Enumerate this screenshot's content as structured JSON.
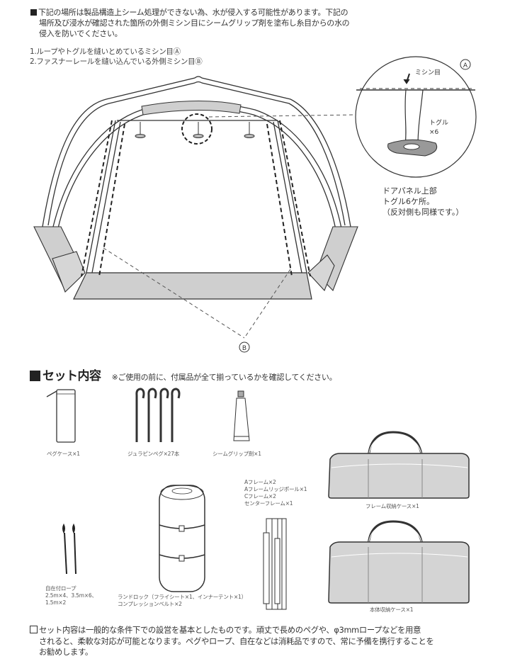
{
  "seam_notice": {
    "lines": [
      "下記の場所は製品構造上シーム処理ができない為、水が侵入する可能性があります。下記の",
      "場所及び浸水が確認された箇所の外側ミシン目にシームグリップ剤を塗布し糸目からの水の",
      "侵入を防いでください。"
    ],
    "points": [
      "1.ループやトグルを縫いとめているミシン目Ⓐ",
      "2.ファスナーレールを縫い込んでいる外側ミシン目Ⓑ"
    ]
  },
  "diagram": {
    "marker_a": "A",
    "marker_b": "B",
    "callout_stitch": "ミシン目",
    "callout_toggle": "トグル",
    "callout_toggle_count": "×6",
    "detail_caption": [
      "ドアパネル上部",
      "トグル6ケ所。",
      "（反対側も同様です。）"
    ],
    "colors": {
      "panel_fill": "#cfcfcf",
      "line": "#333333"
    }
  },
  "set_contents": {
    "heading": "セット内容",
    "note": "※ご使用の前に、付属品が全て揃っているかを確認してください。",
    "items": {
      "peg_case": "ペグケース×1",
      "pegs": "ジュラピンペグ×27本",
      "seam_grip": "シームグリップ剤×1",
      "frames": [
        "Aフレーム×2",
        "Aフレームリッジポール×1",
        "Cフレーム×2",
        "センターフレーム×1"
      ],
      "frame_case": "フレーム収納ケース×1",
      "ropes": [
        "自在付ロープ",
        "2.5m×4、3.5m×6、",
        "1.5m×2"
      ],
      "tent": [
        "ランドロック（フライシート×1、インナーテント×1）",
        "コンプレッションベルト×2"
      ],
      "body_case": "本体収納ケース×1"
    }
  },
  "footer": {
    "lines": [
      "セット内容は一般的な条件下での設営を基本としたものです。頑丈で長めのペグや、φ3mmロープなどを用意",
      "されると、柔軟な対応が可能となります。ペグやロープ、自在などは消耗品ですので、常に予備を携行することを",
      "お勧めします。"
    ]
  }
}
